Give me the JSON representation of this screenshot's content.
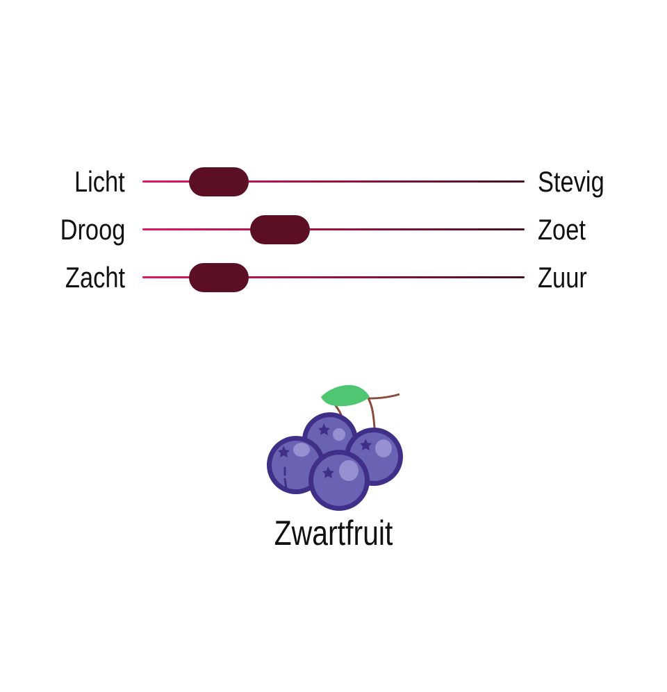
{
  "scales": [
    {
      "left_label": "Licht",
      "right_label": "Stevig",
      "level": 0.2
    },
    {
      "left_label": "Droog",
      "right_label": "Zoet",
      "level": 0.36
    },
    {
      "left_label": "Zacht",
      "right_label": "Zuur",
      "level": 0.2
    }
  ],
  "colors": {
    "track_start": "#e8145f",
    "track_end": "#4a1020",
    "thumb": "#5c0e22",
    "text": "#111111"
  },
  "fruit": {
    "name": "Zwartfruit",
    "icon": "blackberry-cluster-icon"
  }
}
